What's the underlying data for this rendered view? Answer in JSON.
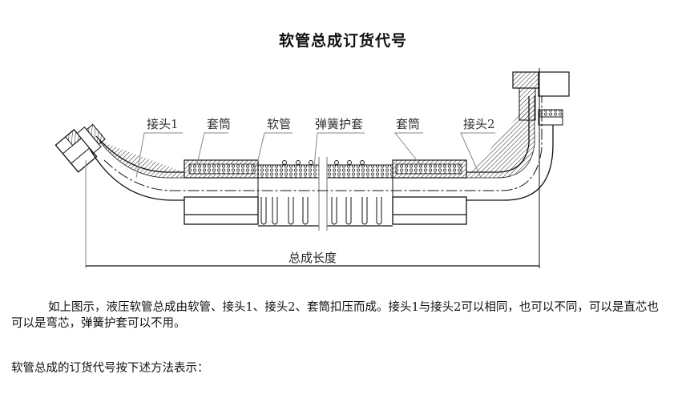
{
  "document": {
    "title": "软管总成订货代号",
    "figure": {
      "part_labels": {
        "fitting_1": "接头1",
        "ferrule_left": "套筒",
        "hose": "软管",
        "spring_guard": "弹簧护套",
        "ferrule_right": "套筒",
        "fitting_2": "接头2"
      },
      "dimension_label": "总成长度"
    },
    "paragraphs": [
      "如上图示，液压软管总成由软管、接头1、接头2、套筒扣压而成。接头1与接头2可以相同，也可以不同，可以是直芯也可以是弯芯，弹簧护套可以不用。",
      "软管总成的订货代号按下述方法表示："
    ]
  }
}
